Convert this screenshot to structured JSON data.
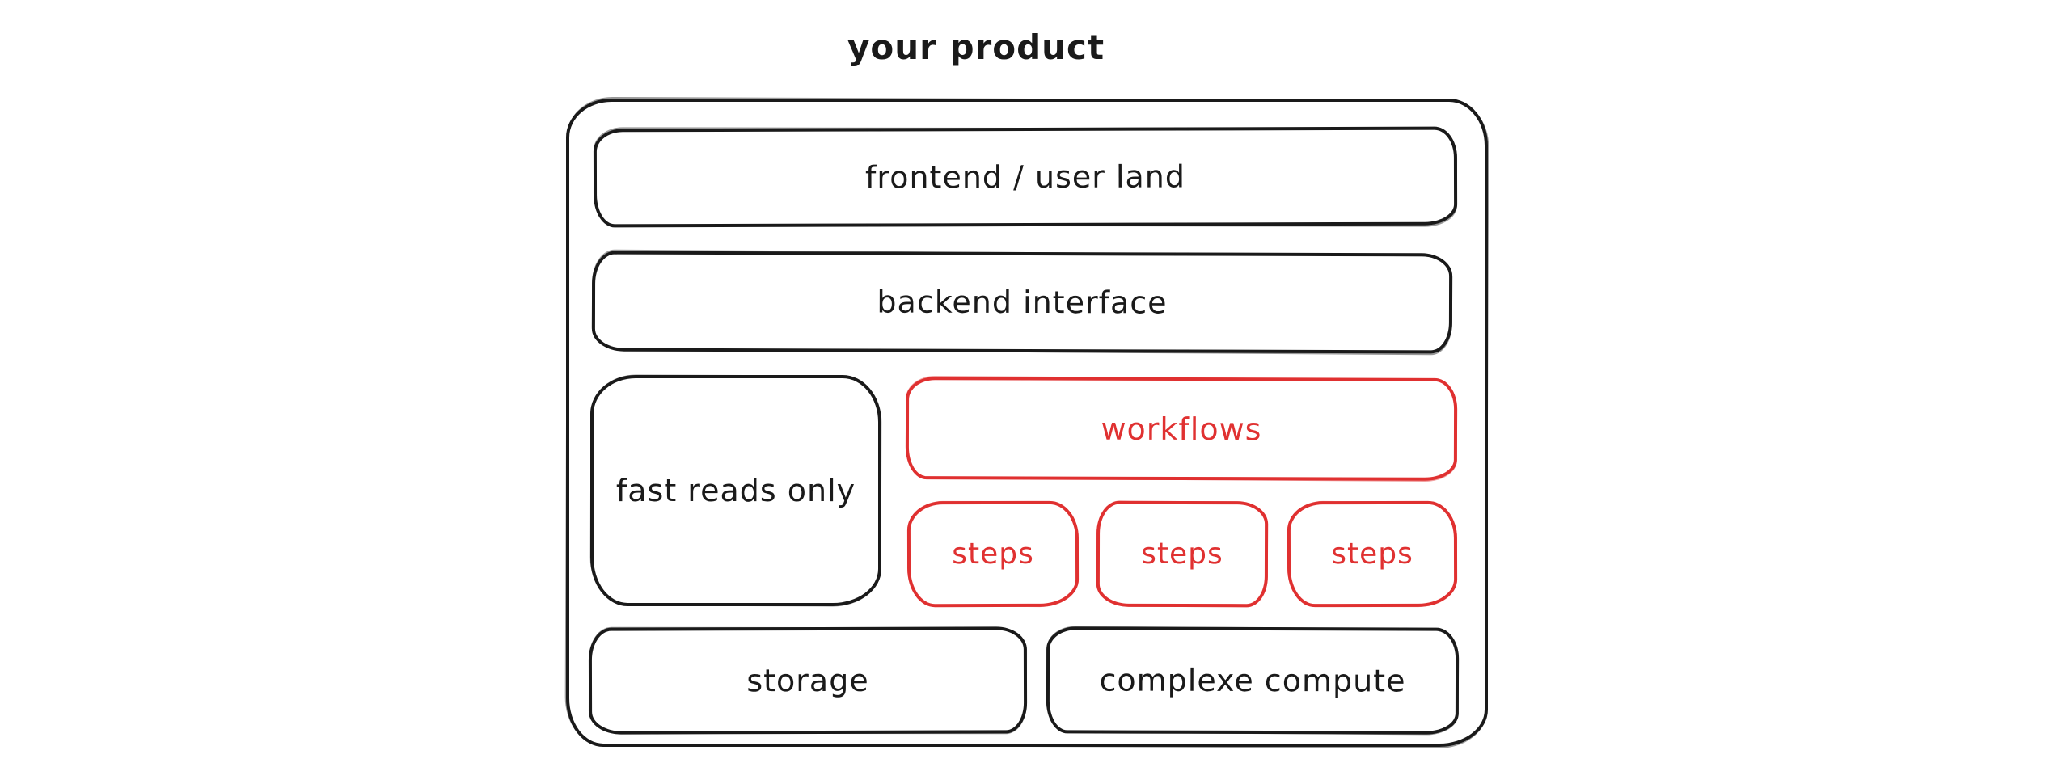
{
  "title": "your product",
  "colors": {
    "ink": "#1a1a1a",
    "accent": "#e03131",
    "background": "#ffffff"
  },
  "boxes": {
    "frontend": {
      "label": "frontend / user land"
    },
    "backend": {
      "label": "backend interface"
    },
    "fast_reads": {
      "label": "fast reads only"
    },
    "workflows": {
      "label": "workflows"
    },
    "steps": [
      {
        "label": "steps"
      },
      {
        "label": "steps"
      },
      {
        "label": "steps"
      }
    ],
    "storage": {
      "label": "storage"
    },
    "compute": {
      "label": "complexe compute"
    }
  }
}
